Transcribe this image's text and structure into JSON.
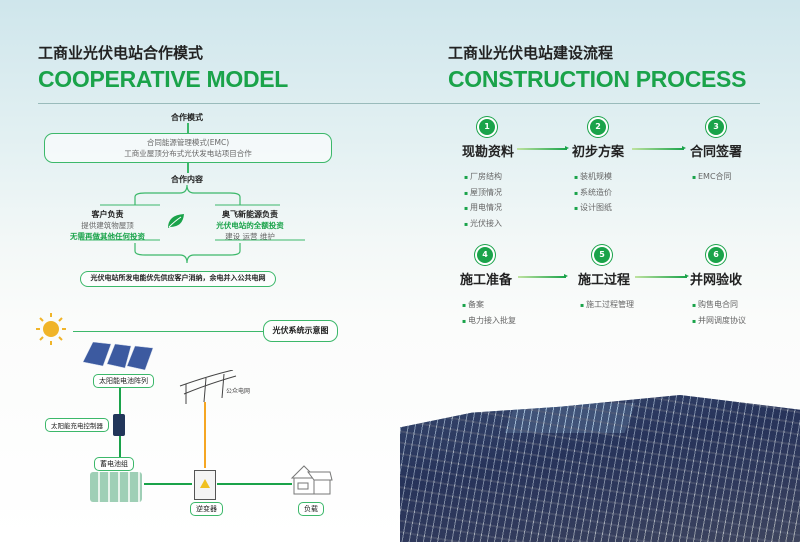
{
  "left": {
    "cn_title": "工商业光伏电站合作模式",
    "en_title": "COOPERATIVE MODEL",
    "mode_label": "合作模式",
    "mode_line1": "合同能源管理模式(EMC)",
    "mode_line2": "工商业屋顶分布式光伏发电站项目合作",
    "content_label": "合作内容",
    "customer": {
      "title": "客户负责",
      "line1": "提供建筑物屋顶",
      "line2": "无需再做其他任何投资"
    },
    "aofei": {
      "title": "奥飞新能源负责",
      "line1": "光伏电站的全额投资",
      "line2": "建设 运营 维护"
    },
    "summary": "光伏电站所发电能优先供应客户消纳，余电并入公共电网",
    "diagram": {
      "title": "光伏系统示意图",
      "solar_array": "太阳能电池阵列",
      "controller": "太阳能充电控制器",
      "battery": "蓄电池组",
      "grid": "公众电网",
      "inverter": "逆变器",
      "load": "负载"
    }
  },
  "right": {
    "cn_title": "工商业光伏电站建设流程",
    "en_title": "CONSTRUCTION PROCESS",
    "steps": [
      {
        "num": "1",
        "name": "现勘资料",
        "items": [
          "厂房结构",
          "屋顶情况",
          "用电情况",
          "光伏接入"
        ]
      },
      {
        "num": "2",
        "name": "初步方案",
        "items": [
          "装机规模",
          "系统造价",
          "设计图纸"
        ]
      },
      {
        "num": "3",
        "name": "合同签署",
        "items": [
          "EMC合同"
        ]
      },
      {
        "num": "4",
        "name": "施工准备",
        "items": [
          "备案",
          "电力接入批复"
        ]
      },
      {
        "num": "5",
        "name": "施工过程",
        "items": [
          "施工过程管理"
        ]
      },
      {
        "num": "6",
        "name": "并网验收",
        "items": [
          "购售电合同",
          "并网调度协议"
        ]
      }
    ]
  },
  "colors": {
    "accent": "#1aa34a",
    "wire": "#f5a623"
  }
}
